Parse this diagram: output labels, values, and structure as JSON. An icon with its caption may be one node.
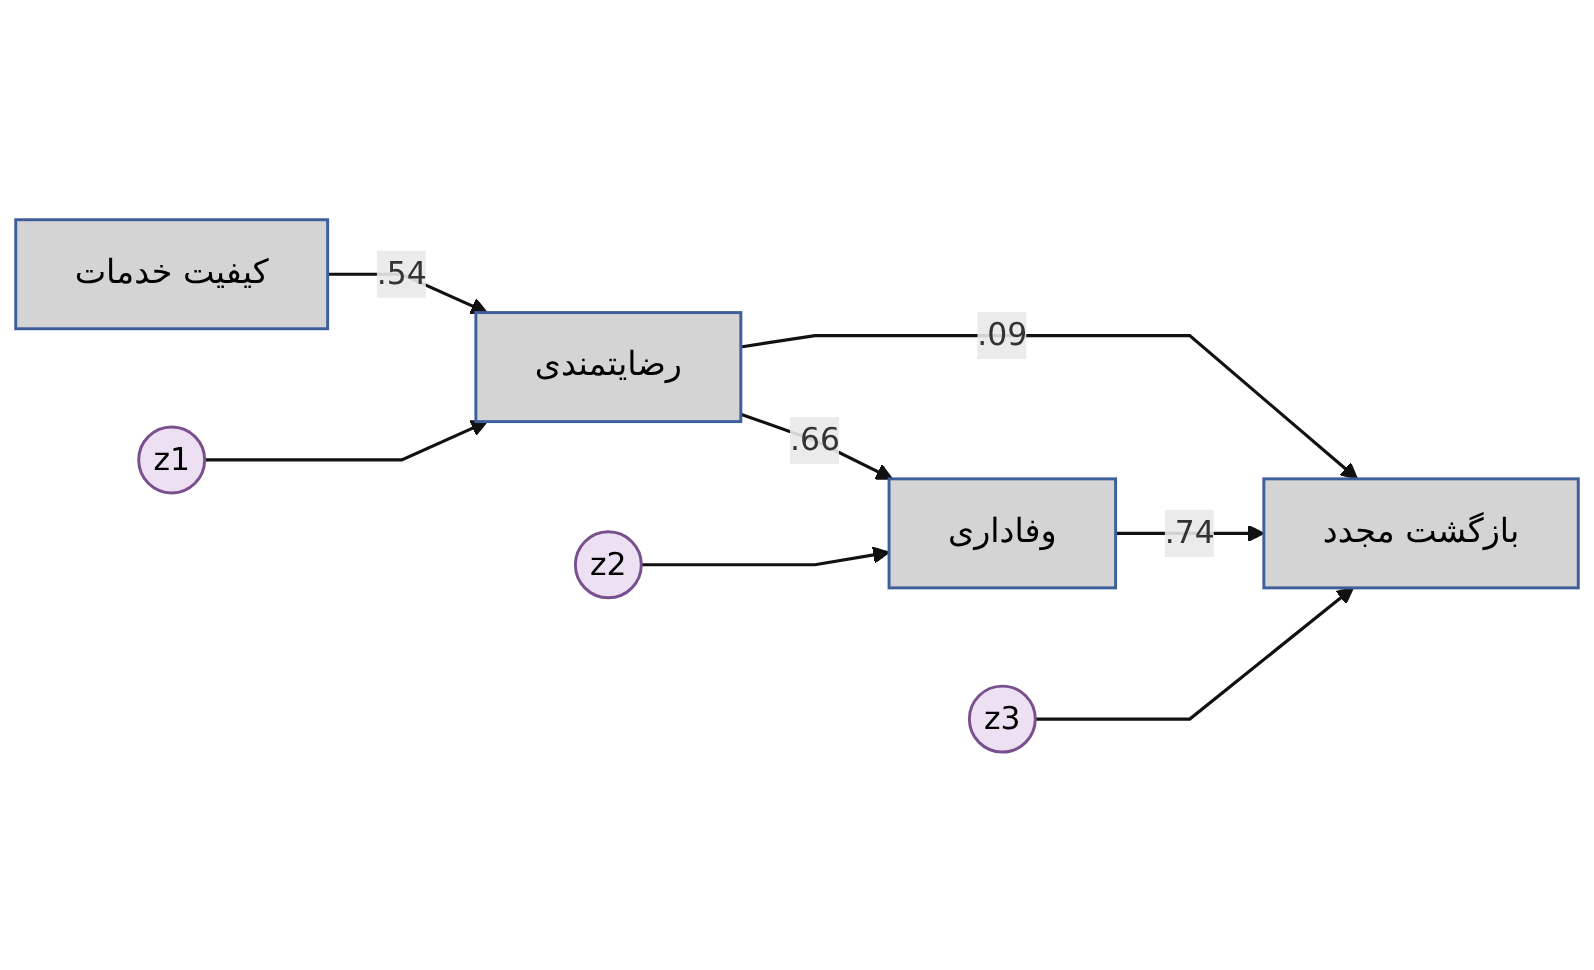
{
  "diagram": {
    "nodes": [
      {
        "text": [
          "کیفیت خدمات"
        ]
      },
      {
        "text": [
          "رضایتمندی"
        ]
      },
      {
        "text": [
          "وفاداری"
        ]
      },
      {
        "text": [
          "بازگشت مجدد"
        ]
      },
      {
        "text": [
          "z1"
        ]
      },
      {
        "text": [
          "z2"
        ]
      },
      {
        "text": [
          "z3"
        ]
      }
    ],
    "edges": [
      {
        "from": 0,
        "to": 1,
        "arrow": "to",
        "label": ".54"
      },
      {
        "from": 1,
        "to": 2,
        "arrow": "to",
        "label": ".66"
      },
      {
        "from": 1,
        "to": 3,
        "arrow": "to",
        "label": ".09"
      },
      {
        "from": 2,
        "to": 3,
        "arrow": "to",
        "label": ".74"
      },
      {
        "from": 4,
        "to": 1,
        "arrow": "to"
      },
      {
        "from": 5,
        "to": 2,
        "arrow": "to"
      },
      {
        "from": 6,
        "to": 3,
        "arrow": "to"
      }
    ]
  }
}
